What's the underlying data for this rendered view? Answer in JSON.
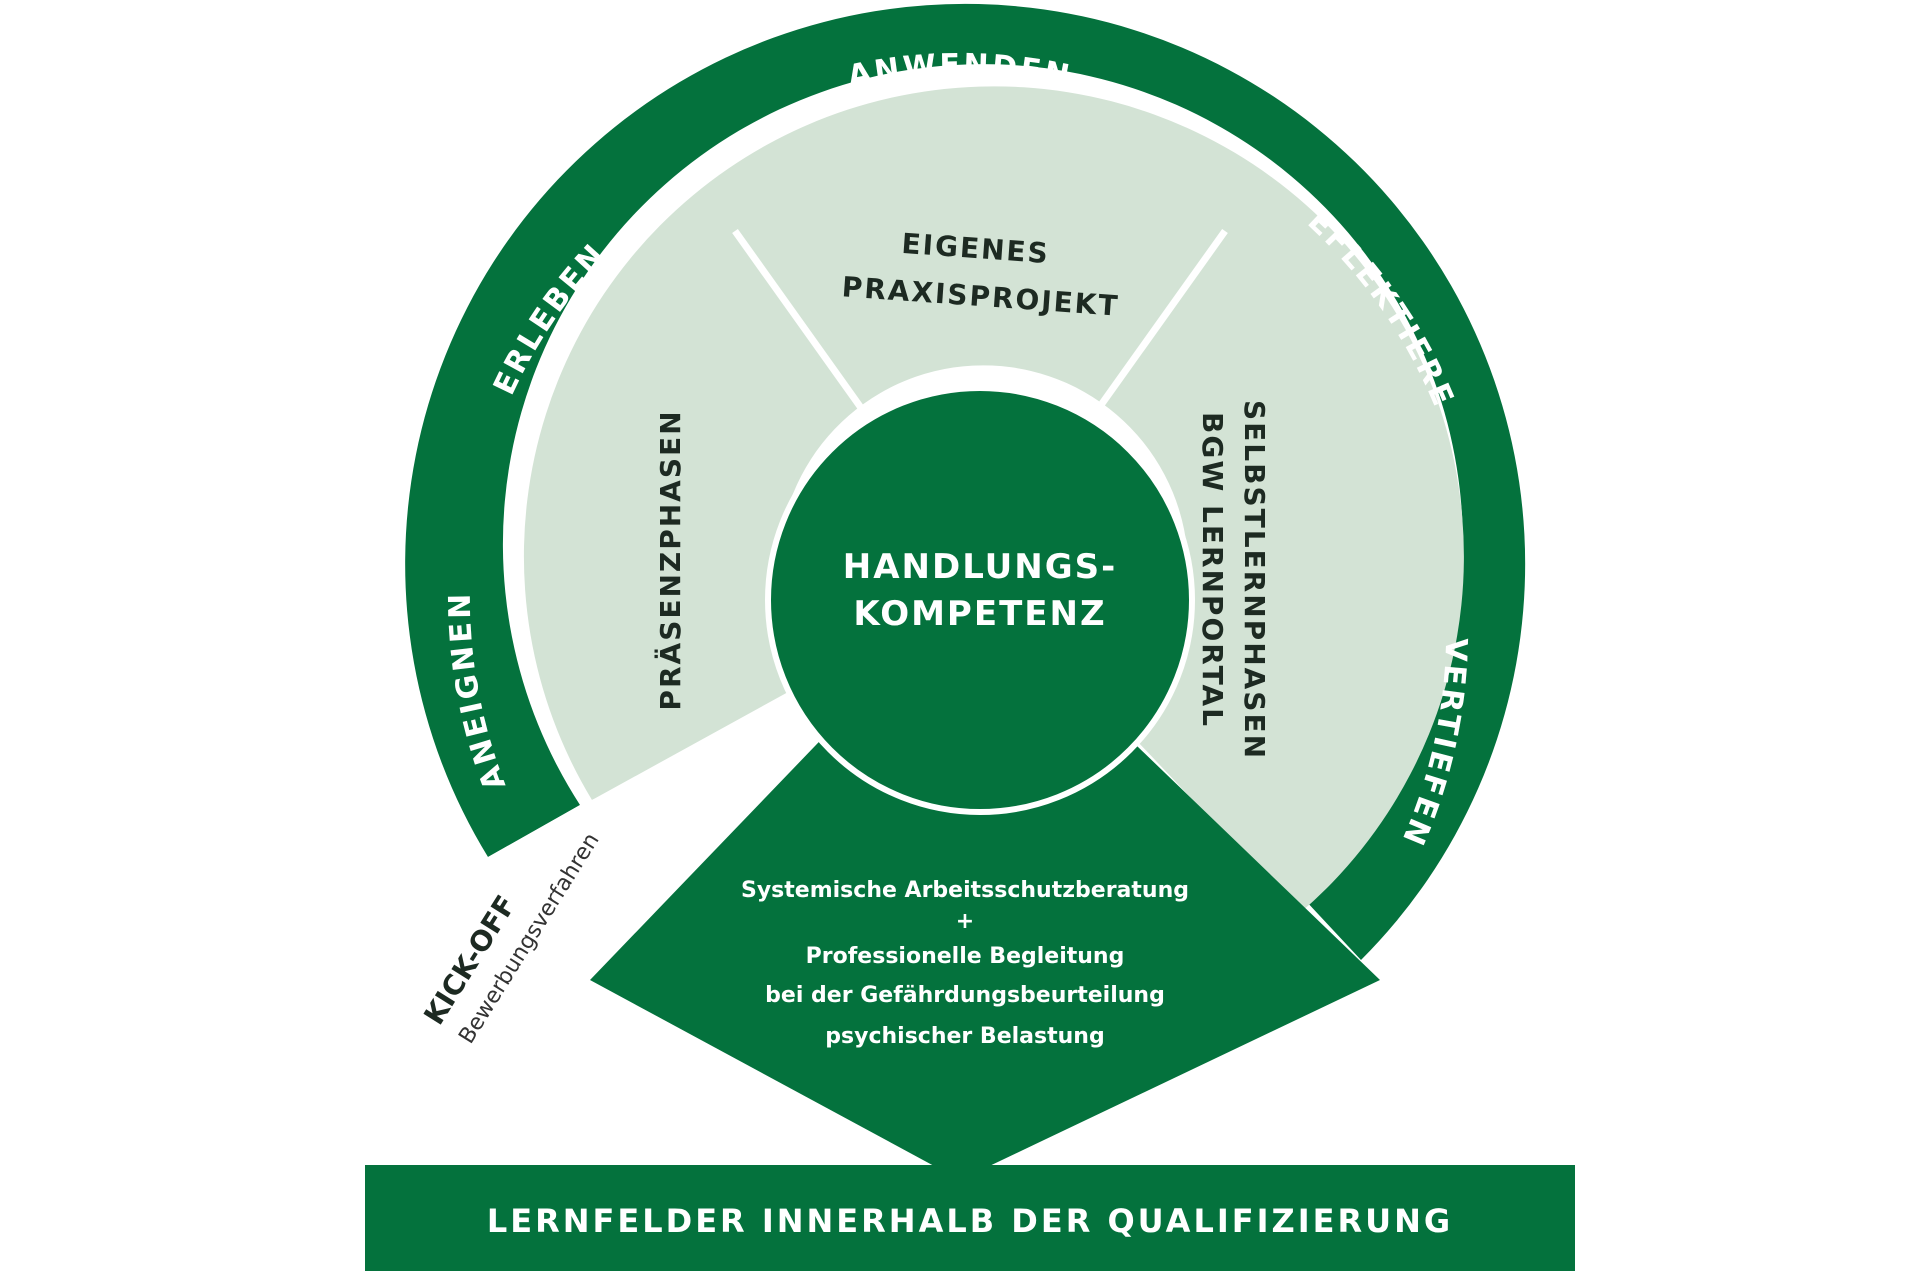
{
  "colors": {
    "dark_green": "#04723d",
    "light_green": "#d3e3d5",
    "white": "#ffffff",
    "text_dark": "#1d2a22"
  },
  "outer_ring": {
    "anwenden": "ANWENDEN",
    "erleben": "ERLEBEN",
    "reflektieren": "REFLEKTIEREN",
    "aneignen": "ANEIGNEN",
    "vertiefen": "VERTIEFEN"
  },
  "inner_segments": {
    "praxisprojekt_line1": "EIGENES",
    "praxisprojekt_line2": "PRAXISPROJEKT",
    "praesenzphasen": "PRÄSENZPHASEN",
    "selbstlern_line1": "SELBSTLERNPHASEN",
    "selbstlern_line2": "BGW LERNPORTAL"
  },
  "center": {
    "line1": "HANDLUNGS-",
    "line2": "KOMPETENZ"
  },
  "wedge": {
    "lines": [
      "Systemische Arbeitsschutzberatung",
      "+",
      "Professionelle Begleitung",
      "bei der Gefährdungsbeurteilung",
      "psychischer Belastung"
    ]
  },
  "kickoff": {
    "title": "KICK-OFF",
    "subtitle": "Bewerbungsverfahren"
  },
  "bottom_bar": {
    "label": "LERNFELDER INNERHALB DER QUALIFIZIERUNG"
  }
}
